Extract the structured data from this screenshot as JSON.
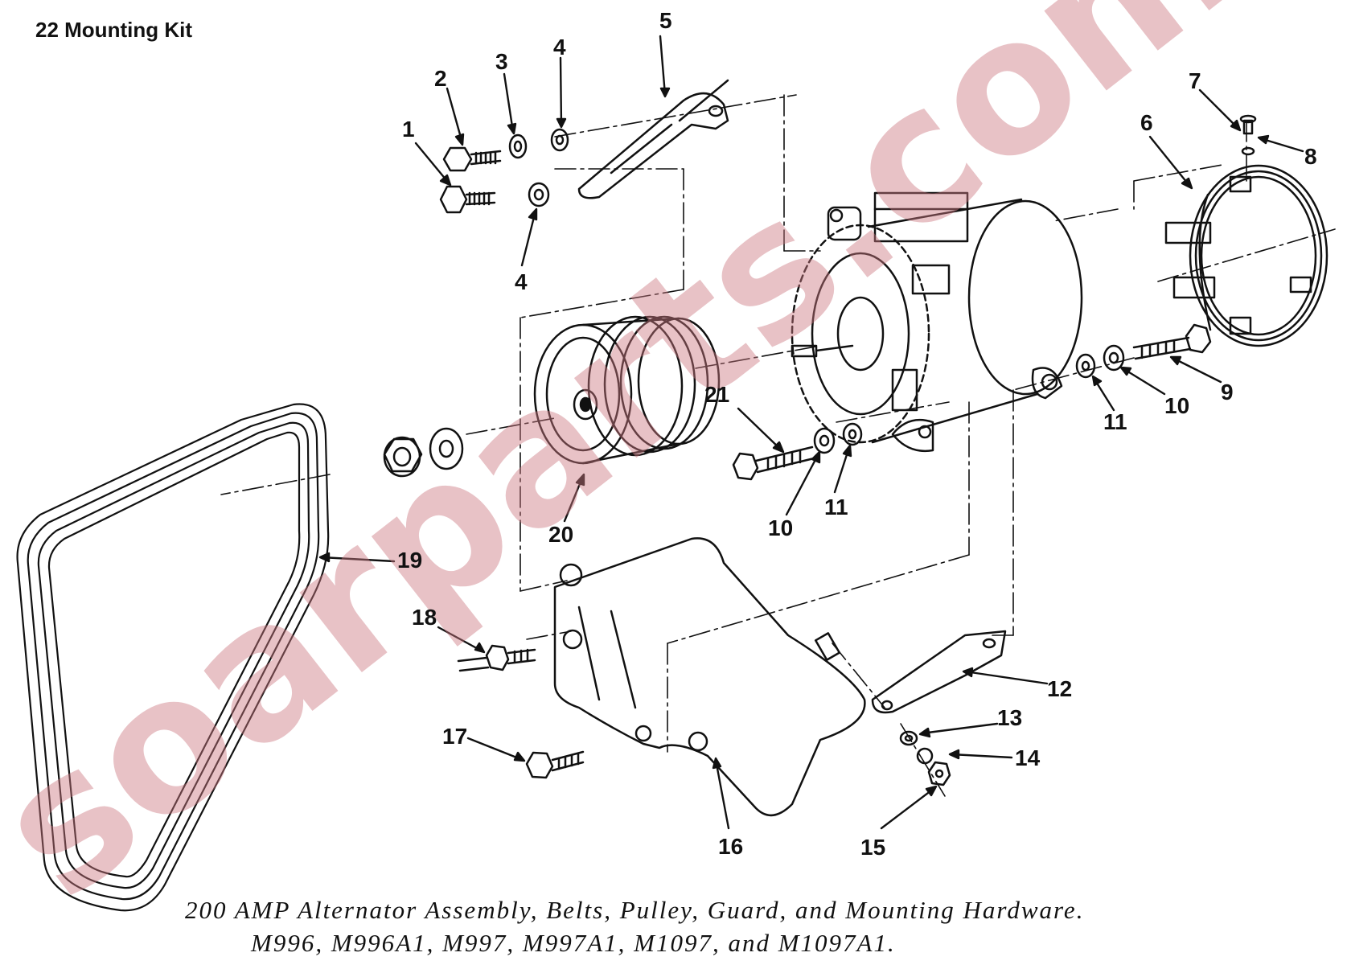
{
  "heading": "22 Mounting Kit",
  "callouts": {
    "c1": "1",
    "c2": "2",
    "c3": "3",
    "c4a": "4",
    "c4b": "4",
    "c5": "5",
    "c6": "6",
    "c7": "7",
    "c8": "8",
    "c9": "9",
    "c10a": "10",
    "c10b": "10",
    "c11a": "11",
    "c11b": "11",
    "c12": "12",
    "c13": "13",
    "c14": "14",
    "c15": "15",
    "c16": "16",
    "c17": "17",
    "c18": "18",
    "c19": "19",
    "c20": "20",
    "c21": "21"
  },
  "caption": {
    "line1": "200 AMP Alternator Assembly, Belts, Pulley, Guard, and Mounting Hardware.",
    "line2": "M996, M996A1, M997, M997A1, M1097, and M1097A1."
  },
  "watermark": "soarparts.com"
}
